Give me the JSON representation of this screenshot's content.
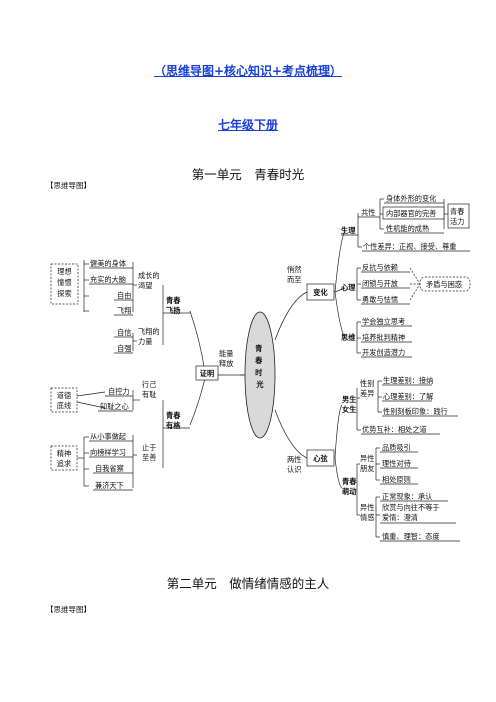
{
  "header": {
    "subtitle": "（思维导图+核心知识+考点梳理）",
    "grade": "七年级下册"
  },
  "unit1": {
    "title": "第一单元　青春时光",
    "map_label": "【思维导图】",
    "map": {
      "center": "青春时光",
      "prove": "证明",
      "energy": "能量释放",
      "youth_fly": "青春飞扬",
      "youth_char": "青春有格",
      "change": "变化",
      "heart": "心弦",
      "quiet": "悄然而至",
      "both": "两性认识",
      "ideal_group": "理想憧憬探索",
      "moral_group": "道德底线",
      "spirit_group": "精神追求",
      "ideal_items": [
        "健美的身体",
        "充实的大脑",
        "自由",
        "飞翔"
      ],
      "growth": "成长的渴望",
      "conf_items": [
        "自信",
        "自强"
      ],
      "fly_power": "飞翔的力量",
      "moral_items": [
        "自控力",
        "知耻之心"
      ],
      "act_shame": "行己有耻",
      "spirit_items": [
        "从小事做起",
        "向榜样学习",
        "自我省察",
        "兼济天下"
      ],
      "stop_good": "止于至善",
      "physio": "生理",
      "common": "共性",
      "physio_items": [
        "身体外形的变化",
        "内部器官的完善",
        "性机能的成熟"
      ],
      "vitality": "青春活力",
      "individual": "个性差异：正视、接受、尊重",
      "psych": "心理",
      "psych_items": [
        "反抗与依赖",
        "闭锁与开放",
        "勇敢与怯懦"
      ],
      "contradiction": "矛盾与困惑",
      "thinking": "思维",
      "thinking_items": [
        "学会独立思考",
        "培养批判精神",
        "开发创造潜力"
      ],
      "male_female": "男生女生",
      "gender_diff": "性别差异",
      "gender_items": [
        "生理差别：接纳",
        "心理差别：了解",
        "性别刻板印象：践行"
      ],
      "complement": "优势互补：相处之道",
      "youth_bud": "青春萌动",
      "friend": "异性朋友",
      "friend_items": [
        "品质吸引",
        "理性对待",
        "相处原则"
      ],
      "emotion": "异性情感",
      "emotion_items": [
        "正常现象：承认",
        "欣赏与向往不等于爱情：澄清",
        "慎重、理智：态度"
      ]
    }
  },
  "unit2": {
    "title": "第二单元　做情绪情感的主人",
    "map_label": "【思维导图】"
  }
}
